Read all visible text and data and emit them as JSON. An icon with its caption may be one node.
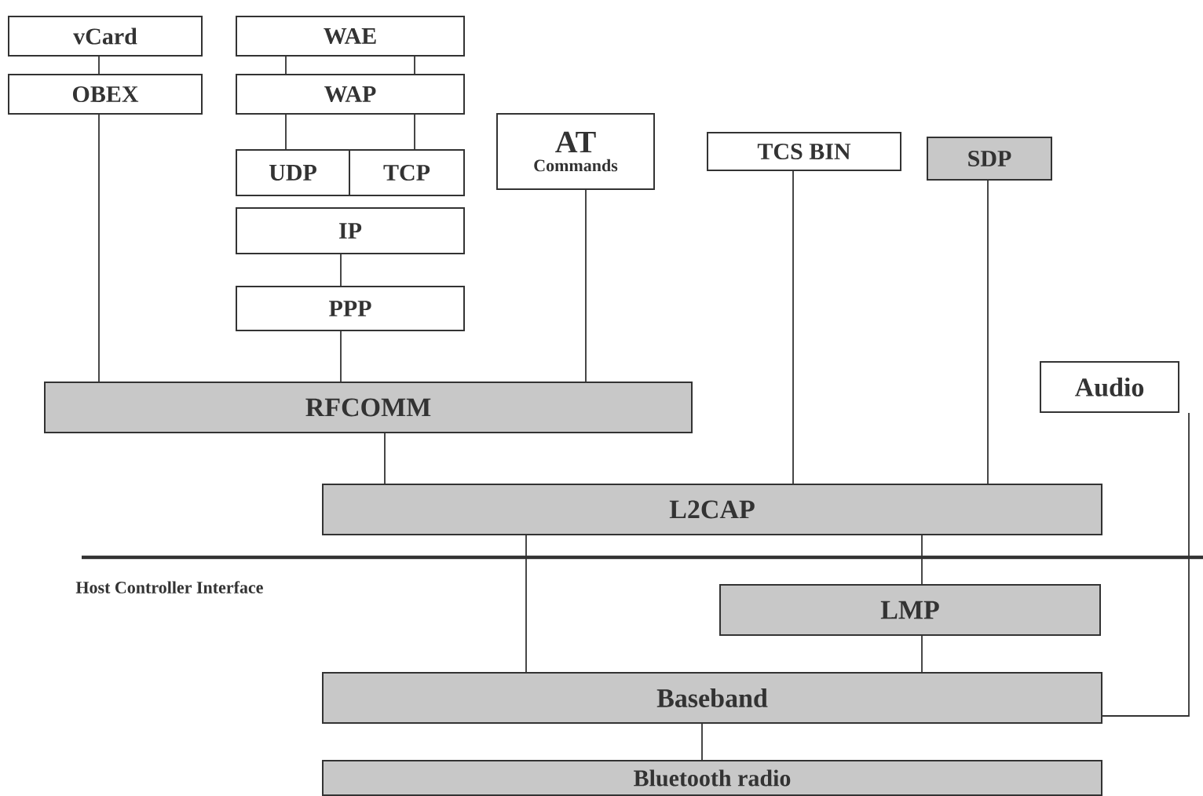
{
  "diagram": {
    "nodes": [
      {
        "text": [
          "vCard"
        ]
      },
      {
        "text": [
          "OBEX"
        ]
      },
      {
        "text": [
          "WAE"
        ]
      },
      {
        "text": [
          "WAP"
        ]
      },
      {
        "text": [
          "UDP"
        ]
      },
      {
        "text": [
          "TCP"
        ]
      },
      {
        "text": [
          "IP"
        ]
      },
      {
        "text": [
          "PPP"
        ]
      },
      {
        "text": [
          "AT",
          "Commands"
        ]
      },
      {
        "text": [
          "TCS BIN"
        ]
      },
      {
        "text": [
          "SDP"
        ]
      },
      {
        "text": [
          "RFCOMM"
        ]
      },
      {
        "text": [
          "Audio"
        ]
      },
      {
        "text": [
          "L2CAP"
        ]
      },
      {
        "text": [
          "LMP"
        ]
      },
      {
        "text": [
          "Baseband"
        ]
      },
      {
        "text": [
          "Bluetooth radio"
        ]
      }
    ],
    "edges": [
      {
        "from": 0,
        "to": 1,
        "arrow": "none"
      },
      {
        "from": 2,
        "to": 3,
        "arrow": "none"
      },
      {
        "from": 2,
        "to": 3,
        "arrow": "none"
      },
      {
        "from": 3,
        "to": 4,
        "arrow": "none"
      },
      {
        "from": 3,
        "to": 5,
        "arrow": "none"
      },
      {
        "from": 6,
        "to": 7,
        "arrow": "none"
      },
      {
        "from": 1,
        "to": 11,
        "arrow": "none"
      },
      {
        "from": 7,
        "to": 11,
        "arrow": "none"
      },
      {
        "from": 8,
        "to": 11,
        "arrow": "none"
      },
      {
        "from": 11,
        "to": 13,
        "arrow": "none"
      },
      {
        "from": 9,
        "to": 13,
        "arrow": "none"
      },
      {
        "from": 10,
        "to": 13,
        "arrow": "none"
      },
      {
        "from": 13,
        "to": 15,
        "arrow": "none"
      },
      {
        "from": 13,
        "to": 14,
        "arrow": "none"
      },
      {
        "from": 14,
        "to": 15,
        "arrow": "none"
      },
      {
        "from": 15,
        "to": 16,
        "arrow": "none"
      },
      {
        "from": 12,
        "to": 15,
        "arrow": "none"
      }
    ],
    "labels": [
      "Host Controller Interface"
    ]
  }
}
